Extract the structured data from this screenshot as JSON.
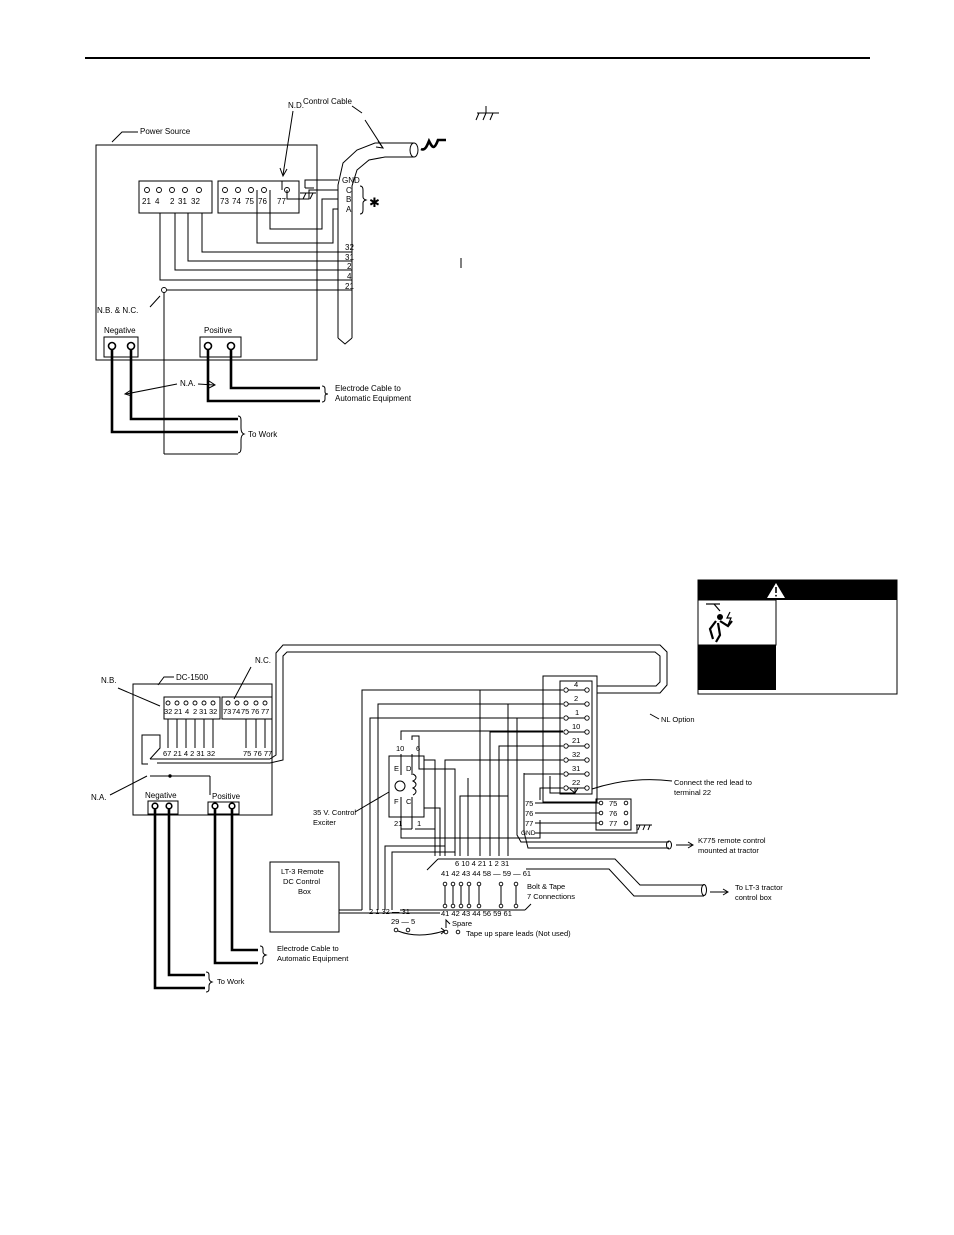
{
  "diagram1": {
    "control_cable": "Control Cable",
    "power_source": "Power Source",
    "nd": "N.D.",
    "strip1_labels": [
      "21",
      "4",
      "2",
      "31",
      "32"
    ],
    "strip2_labels": [
      "73",
      "74",
      "75",
      "76",
      "77"
    ],
    "cable_letters": [
      "GND",
      "C",
      "B",
      "A"
    ],
    "asterisk": "✱",
    "wire_labels": [
      "32",
      "31",
      "2",
      "4",
      "21"
    ],
    "nbnc": "N.B. & N.C.",
    "negative": "Negative",
    "positive": "Positive",
    "na": "N.A.",
    "electrode_1": "Electrode Cable to",
    "electrode_2": "Automatic Equipment",
    "to_work": "To Work"
  },
  "diagram2": {
    "dc1500": "DC-1500",
    "nb": "N.B.",
    "nc": "N.C.",
    "left_terms": [
      "32",
      "21",
      "4",
      "2",
      "31",
      "32"
    ],
    "right_terms": [
      "73",
      "74",
      "75",
      "76",
      "77"
    ],
    "bottom_left": "67 21 4 2 31 32",
    "bottom_right": "75 76 77",
    "na": "N.A.",
    "negative": "Negative",
    "positive": "Positive",
    "nl_option": "NL Option",
    "strip_labels": [
      "4",
      "2",
      "1",
      "10",
      "21",
      "32",
      "31",
      "22"
    ],
    "connect_1": "Connect the red lead to",
    "connect_2": "terminal 22",
    "t75": "75",
    "t76": "76",
    "t77": "77",
    "tgnd": "GND",
    "k775_1": "K775 remote control",
    "k775_2": "mounted at tractor",
    "exc_e": "E",
    "exc_d": "D",
    "exc_f": "F",
    "exc_c": "C",
    "exc_10": "10",
    "exc_6": "6",
    "exc_21": "21",
    "exc_1": "1",
    "exciter_1": "35 V. Control",
    "exciter_2": "Exciter",
    "upper_nums": "6  10  4  21  1   2  31",
    "row1": "41 42 43 44 58 — 59 — 61",
    "row2": "41 42 43 44 56     59 61",
    "bolt_1": "Bolt & Tape",
    "bolt_2": "7 Connections",
    "tractor_1": "To LT-3 tractor",
    "tractor_2": "control box",
    "lt3_1": "LT-3 Remote",
    "lt3_2": "DC Control",
    "lt3_3": "Box",
    "lt3_nums": "2  1  32 — 31",
    "spare_nums": "29 — 5",
    "spare": "Spare",
    "tape_up": "Tape up spare leads (Not used)",
    "electrode_1": "Electrode Cable to",
    "electrode_2": "Automatic Equipment",
    "to_work": "To Work"
  }
}
